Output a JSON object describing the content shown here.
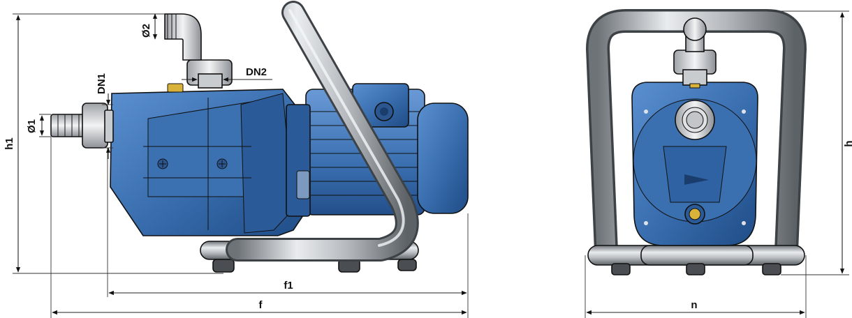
{
  "labels": {
    "d2": "Ø2",
    "dn1": "DN1",
    "dn2": "DN2",
    "d1": "Ø1",
    "h1": "h1",
    "f1": "f1",
    "f": "f",
    "h": "h",
    "n": "n"
  },
  "colors": {
    "pump_blue": "#3a6fb0",
    "pump_dark": "#1f4c86",
    "steel": "#9a9ea3",
    "fitting": "#d8dadc",
    "brass": "#d9b23a"
  }
}
